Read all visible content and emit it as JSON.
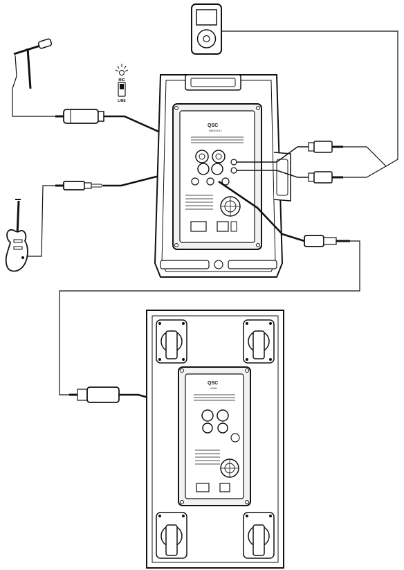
{
  "switch_labels": {
    "top": "MIC",
    "bottom": "LINE"
  },
  "top_speaker": {
    "brand": "QSC",
    "model": "K8/K10/K12"
  },
  "subwoofer": {
    "brand": "QSC",
    "model": "KSUB"
  },
  "colors": {
    "line": "#111111",
    "fill": "#ffffff",
    "panel": "#f2f2f2",
    "cable": "#111111"
  },
  "icons": [
    "ipod-icon",
    "microphone-icon",
    "guitar-icon",
    "mic-line-switch-icon",
    "xlr-connector-icon",
    "quarter-inch-plug-icon",
    "rca-plug-icon",
    "speaker-cabinet-icon",
    "subwoofer-cabinet-icon"
  ]
}
